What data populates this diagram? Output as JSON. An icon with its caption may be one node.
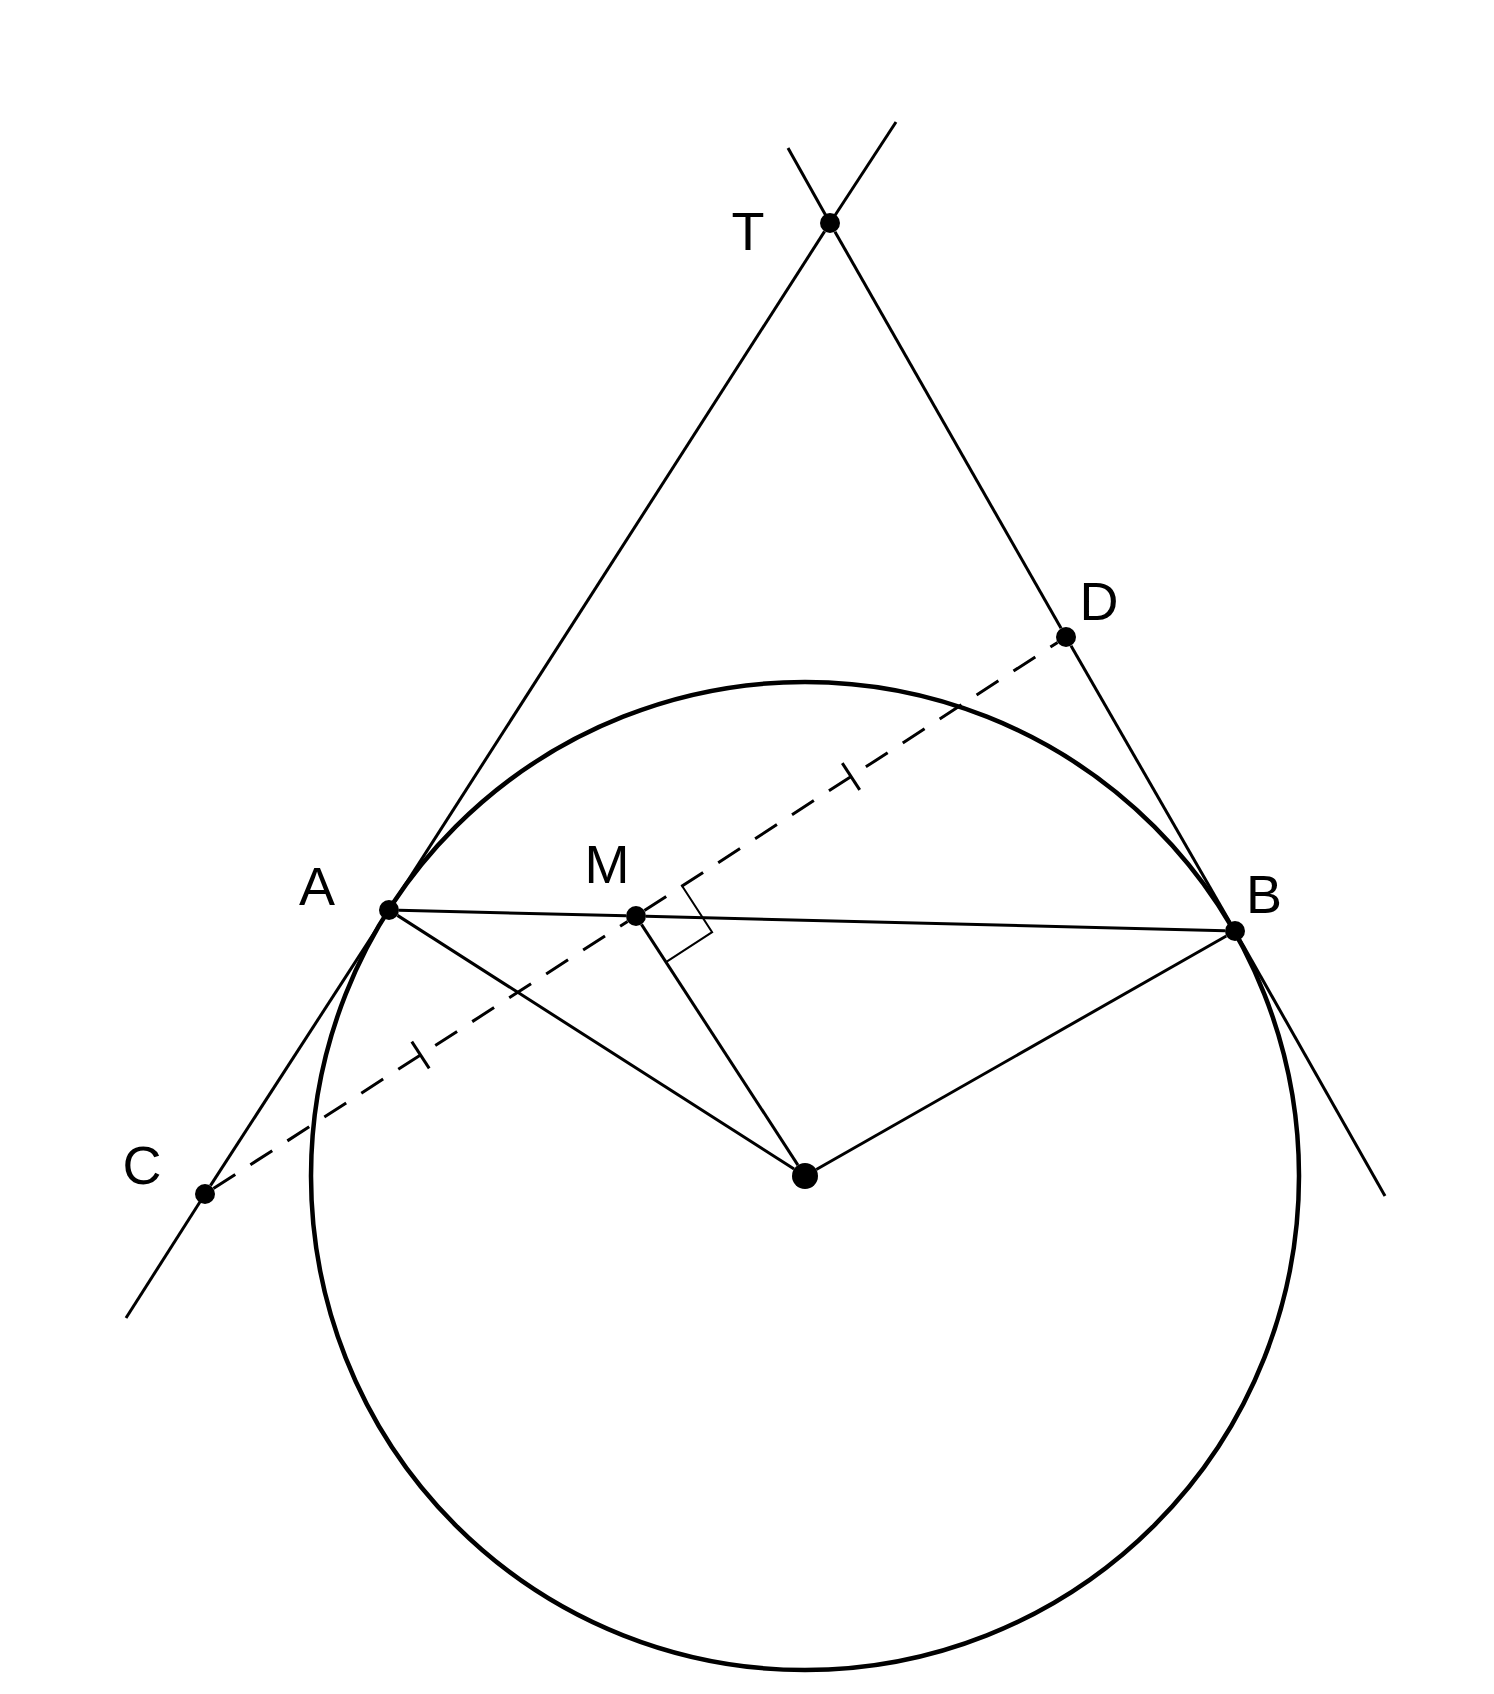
{
  "diagram": {
    "nodes": [
      {
        "text": [
          "T"
        ]
      },
      {
        "text": [
          "D"
        ]
      },
      {
        "text": [
          "A"
        ]
      },
      {
        "text": [
          "M"
        ]
      },
      {
        "text": [
          "B"
        ]
      },
      {
        "text": [
          "C"
        ]
      },
      {
        "text": [],
        "shape": "circle"
      }
    ],
    "edges": [
      {
        "from": 0,
        "to": 2,
        "arrow": "none"
      },
      {
        "from": 2,
        "to": 5,
        "arrow": "none"
      },
      {
        "from": 0,
        "to": 1,
        "arrow": "none"
      },
      {
        "from": 1,
        "to": 4,
        "arrow": "none"
      },
      {
        "from": 2,
        "to": 3,
        "arrow": "none"
      },
      {
        "from": 3,
        "to": 4,
        "arrow": "none"
      },
      {
        "from": 2,
        "to": 6,
        "arrow": "none"
      },
      {
        "from": 3,
        "to": 6,
        "arrow": "none"
      },
      {
        "from": 4,
        "to": 6,
        "arrow": "none"
      },
      {
        "from": 5,
        "to": 3,
        "arrow": "none",
        "style": "dashed"
      },
      {
        "from": 3,
        "to": 1,
        "arrow": "none",
        "style": "dashed"
      }
    ]
  }
}
